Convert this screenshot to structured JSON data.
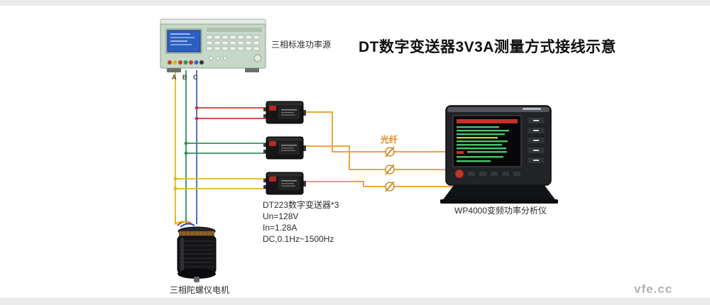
{
  "title": "DT数字变送器3V3A测量方式接线示意",
  "watermark": "vfe.cc",
  "power_source": {
    "label": "三相标准功率源"
  },
  "phases": [
    {
      "name": "A"
    },
    {
      "name": "B"
    },
    {
      "name": "C"
    }
  ],
  "transmitter": {
    "info_lines": [
      "DT223数字变送器*3",
      "Un=128V",
      "In=1.28A",
      "DC,0.1Hz~1500Hz"
    ]
  },
  "fiber": {
    "label": "光纤"
  },
  "analyzer": {
    "label": "WP4000变频功率分析仪"
  },
  "motor": {
    "label": "三相陀螺仪电机"
  },
  "colors": {
    "phase_a": "#e3b422",
    "phase_b": "#2e9658",
    "phase_c": "#3f62c8",
    "tap_red": "#d2372a",
    "fiber_line": "#f0a43c",
    "fiber_symbol": "#cf8a1f"
  }
}
